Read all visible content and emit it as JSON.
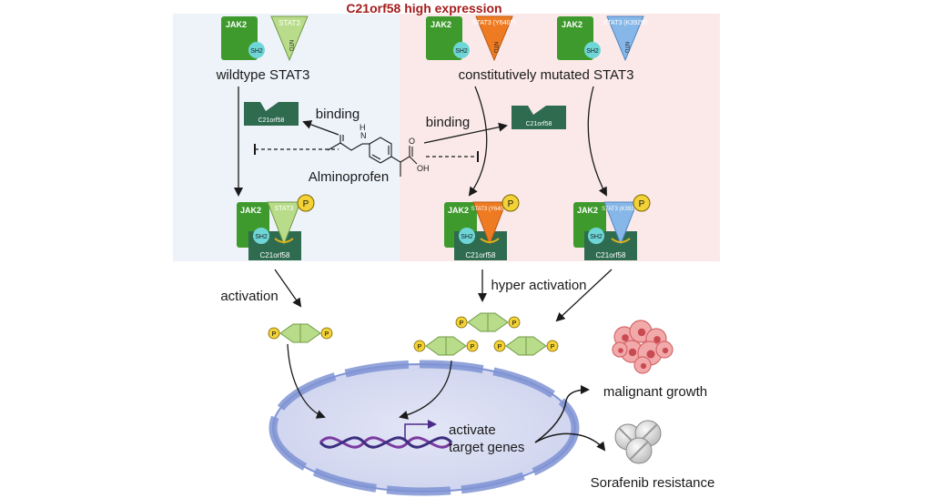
{
  "title": "C21orf58 high expression",
  "colors": {
    "title_red": "#a51c1c",
    "panel_left": "#eef3fa",
    "panel_right": "#fbe9ea",
    "jak2_green": "#3f9a2e",
    "stat3_light": "#b9dc8a",
    "stat3_orange": "#ee7b22",
    "stat3_blue": "#86b7e8",
    "sh2_cyan": "#6fd6d8",
    "c21_dark": "#2e6b4f",
    "phospho_yellow": "#f2d237",
    "nucleus_fill": "#d6daf1",
    "nucleus_edge": "#7f93d4"
  },
  "labels": {
    "jak2": "JAK2",
    "sh2": "SH2",
    "ntd": "NTD",
    "stat3": "STAT3",
    "stat3_y640f": "STAT3 (Y640F)",
    "stat3_k392r": "STAT3 (K392R)",
    "c21orf58": "C21orf58",
    "p": "P",
    "wildtype": "wildtype STAT3",
    "mutated": "constitutively mutated STAT3",
    "binding": "binding",
    "drug": "Alminoprofen",
    "activation": "activation",
    "hyper_activation": "hyper activation",
    "activate_line1": "activate",
    "activate_line2": "target genes",
    "malignant": "malignant growth",
    "sorafenib": "Sorafenib resistance",
    "chem_h": "H",
    "chem_n": "N",
    "chem_o": "O",
    "chem_oh": "OH"
  }
}
